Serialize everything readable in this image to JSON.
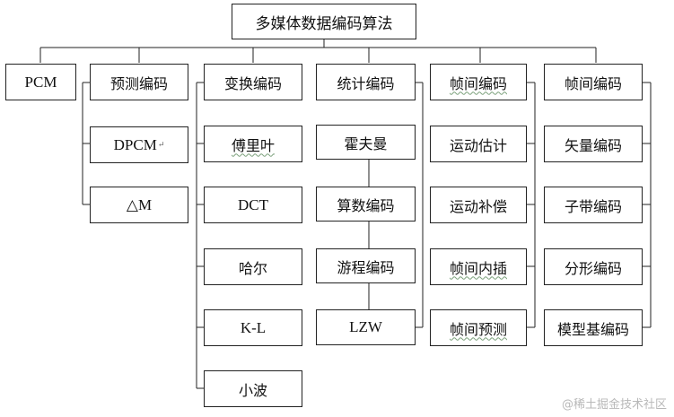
{
  "root": "多媒体数据编码算法",
  "categories": [
    {
      "label": "PCM",
      "items": []
    },
    {
      "label": "预测编码",
      "items": [
        "DPCM",
        "△M"
      ]
    },
    {
      "label": "变换编码",
      "items": [
        "傅里叶",
        "DCT",
        "哈尔",
        "K-L",
        "小波"
      ]
    },
    {
      "label": "统计编码",
      "items": [
        "霍夫曼",
        "算数编码",
        "游程编码",
        "LZW"
      ]
    },
    {
      "label": "帧间编码",
      "items": [
        "运动估计",
        "运动补偿",
        "帧间内插",
        "帧间预测"
      ]
    },
    {
      "label": "帧间编码",
      "items": [
        "矢量编码",
        "子带编码",
        "分形编码",
        "模型基编码"
      ]
    }
  ],
  "return_mark": "↵",
  "watermark": "@稀土掘金技术社区"
}
